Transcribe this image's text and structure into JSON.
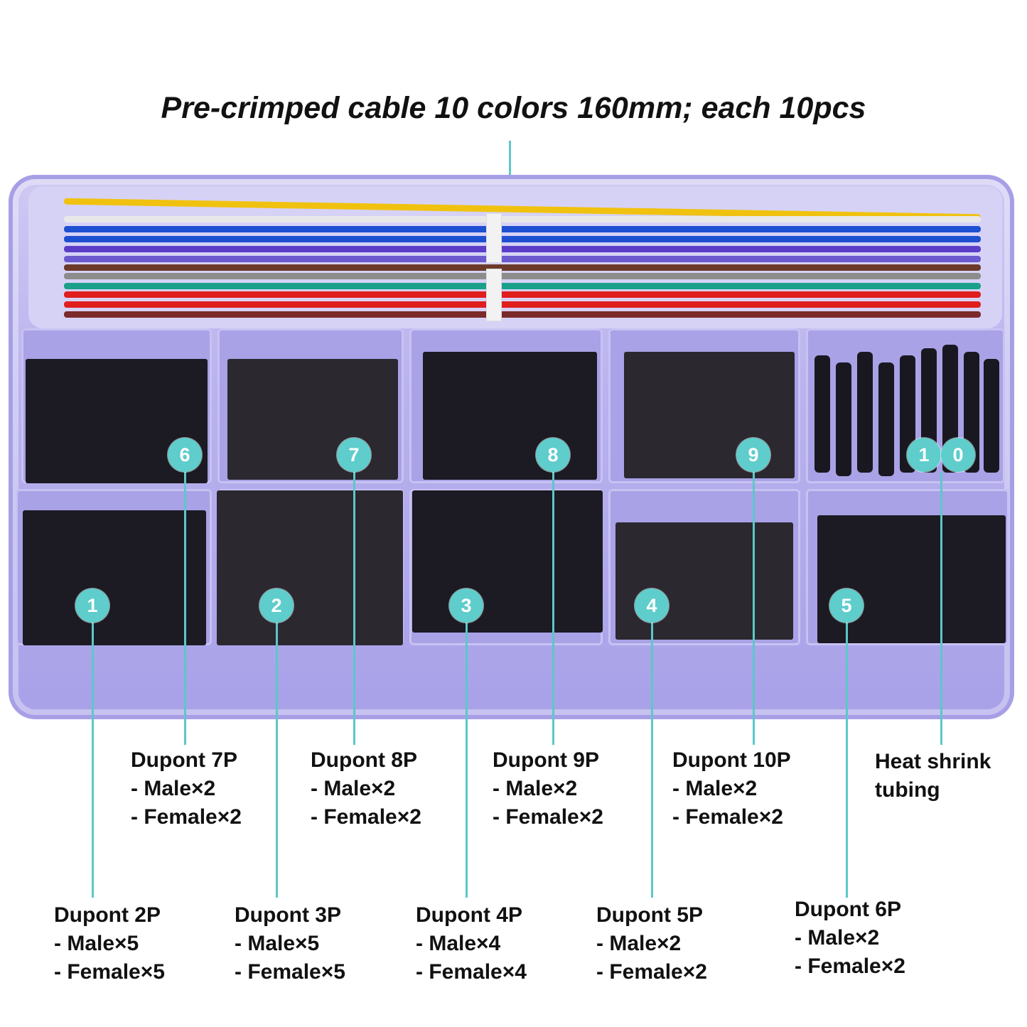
{
  "title": "Pre-crimped cable 10 colors 160mm; each 10pcs",
  "colors": {
    "accent": "#5ecdcc",
    "box": "#b9b2ee",
    "wires": [
      "#1f4fd1",
      "#e8e8e8",
      "#f0c20f",
      "#5a3ec8",
      "#6b3a2a",
      "#8c8c8c",
      "#1aa08a",
      "#e01e1e",
      "#7a2a2a",
      "#6a5acd"
    ]
  },
  "badges": [
    "6",
    "7",
    "8",
    "9",
    "1",
    "0",
    "1",
    "2",
    "3",
    "4",
    "5"
  ],
  "items": [
    {
      "name": "Dupont 7P",
      "line1": "- Male×2",
      "line2": "- Female×2"
    },
    {
      "name": "Dupont 8P",
      "line1": "- Male×2",
      "line2": "- Female×2"
    },
    {
      "name": "Dupont 9P",
      "line1": "- Male×2",
      "line2": "- Female×2"
    },
    {
      "name": "Dupont 10P",
      "line1": "- Male×2",
      "line2": "- Female×2"
    },
    {
      "name": "Heat shrink",
      "line1": "tubing"
    },
    {
      "name": "Dupont 2P",
      "line1": "- Male×5",
      "line2": "- Female×5"
    },
    {
      "name": "Dupont 3P",
      "line1": "- Male×5",
      "line2": "- Female×5"
    },
    {
      "name": "Dupont 4P",
      "line1": "- Male×4",
      "line2": "- Female×4"
    },
    {
      "name": "Dupont 5P",
      "line1": "- Male×2",
      "line2": "- Female×2"
    },
    {
      "name": "Dupont 6P",
      "line1": "- Male×2",
      "line2": "- Female×2"
    }
  ]
}
